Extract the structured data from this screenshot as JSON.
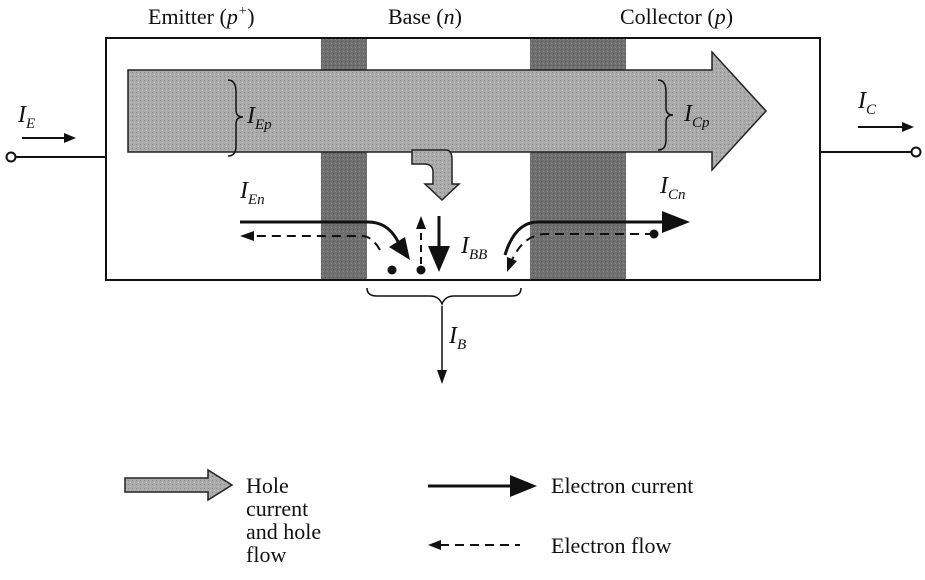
{
  "regions": {
    "emitter": {
      "name": "Emitter",
      "type": "p",
      "sup": "+"
    },
    "base": {
      "name": "Base",
      "type": "n"
    },
    "collector": {
      "name": "Collector",
      "type": "p"
    }
  },
  "currents": {
    "ie": {
      "main": "I",
      "sub": "E"
    },
    "iep": {
      "main": "I",
      "sub": "Ep"
    },
    "icp": {
      "main": "I",
      "sub": "Cp"
    },
    "ic": {
      "main": "I",
      "sub": "C"
    },
    "ien": {
      "main": "I",
      "sub": "En"
    },
    "icn": {
      "main": "I",
      "sub": "Cn"
    },
    "ibb": {
      "main": "I",
      "sub": "BB"
    },
    "ib": {
      "main": "I",
      "sub": "B"
    }
  },
  "legend": {
    "hole": "Hole\ncurrent\nand hole\nflow",
    "electron_current": "Electron current",
    "electron_flow": "Electron flow"
  },
  "colors": {
    "hole_fill": "#a9a9a9",
    "depletion": "#6e6e6e",
    "line": "#111111"
  }
}
